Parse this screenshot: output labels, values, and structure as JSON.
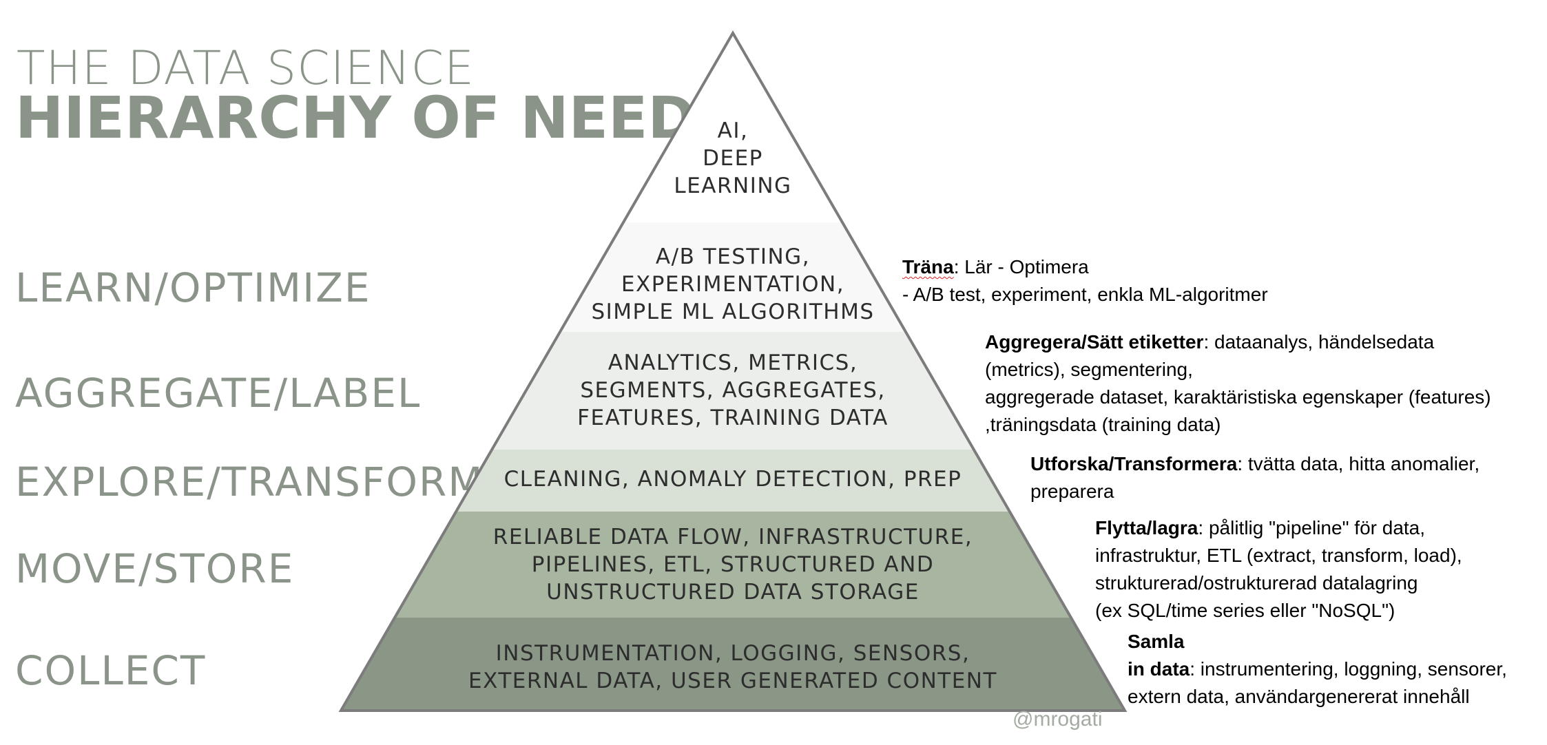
{
  "title": {
    "line1": "THE DATA SCIENCE",
    "line2": "HIERARCHY OF NEEDS"
  },
  "level_labels": [
    "LEARN/OPTIMIZE",
    "AGGREGATE/LABEL",
    "EXPLORE/TRANSFORM",
    "MOVE/STORE",
    "COLLECT"
  ],
  "pyramid": {
    "layers": [
      {
        "lines": [
          "AI,",
          "DEEP",
          "LEARNING"
        ],
        "color": "#ffffff"
      },
      {
        "lines": [
          "A/B TESTING,",
          "EXPERIMENTATION,",
          "SIMPLE ML ALGORITHMS"
        ],
        "color": "#f7f8f7"
      },
      {
        "lines": [
          "ANALYTICS, METRICS,",
          "SEGMENTS, AGGREGATES,",
          "FEATURES, TRAINING DATA"
        ],
        "color": "#eceeeb"
      },
      {
        "lines": [
          "CLEANING, ANOMALY DETECTION, PREP"
        ],
        "color": "#d9e0d6"
      },
      {
        "lines": [
          "RELIABLE DATA FLOW, INFRASTRUCTURE,",
          "PIPELINES, ETL, STRUCTURED AND",
          "UNSTRUCTURED DATA STORAGE"
        ],
        "color": "#a7b5a1"
      },
      {
        "lines": [
          "INSTRUMENTATION, LOGGING, SENSORS,",
          "EXTERNAL DATA, USER GENERATED CONTENT"
        ],
        "color": "#8a9787"
      }
    ],
    "outline_color": "#7c7c7c"
  },
  "watermark": "@mrogati",
  "notes": {
    "learn": {
      "heading": "Träna",
      "line1_rest": ": Lär - Optimera",
      "line2": "- A/B test, experiment, enkla ML-algoritmer"
    },
    "aggregate": {
      "heading": "Aggregera/Sätt etiketter",
      "line1_rest": ": dataanalys, händelsedata",
      "line2": "(metrics), segmentering,",
      "line3": "aggregerade dataset, karaktäristiska egenskaper (features)",
      "line4": ",träningsdata (training data)"
    },
    "explore": {
      "heading": "Utforska/Transformera",
      "line1_rest": ": tvätta data, hitta anomalier,",
      "line2": "preparera"
    },
    "move": {
      "heading": "Flytta/lagra",
      "line1_rest": ": pålitlig \"pipeline\" för data,",
      "line2": "infrastruktur, ETL (extract, transform, load),",
      "line3": "strukturerad/ostrukturerad datalagring",
      "line4": "(ex SQL/time series eller \"NoSQL\")"
    },
    "collect": {
      "heading1": "Samla",
      "heading2": "in data",
      "line2_rest": ": instrumentering, loggning, sensorer,",
      "line3": "extern data, användargenererat innehåll"
    }
  }
}
